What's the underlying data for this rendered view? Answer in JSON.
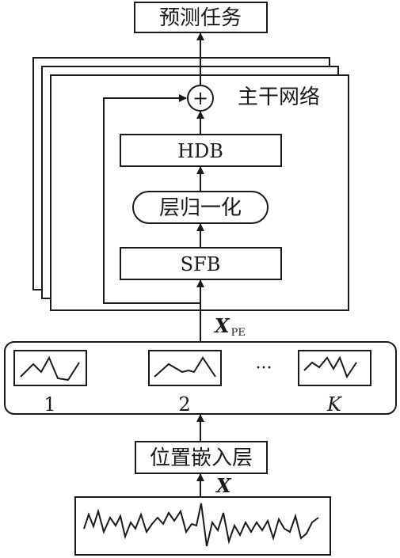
{
  "diagram": {
    "task_box": {
      "label": "预测任务"
    },
    "backbone": {
      "label": "主干网络",
      "sum_symbol": "+",
      "hdb": {
        "label": "HDB"
      },
      "layer_norm": {
        "label": "层归一化"
      },
      "sfb": {
        "label": "SFB"
      }
    },
    "x_pe": {
      "main": "X",
      "sub": "PE"
    },
    "patches": {
      "items": [
        {
          "label": "1"
        },
        {
          "label": "2"
        },
        {
          "label": "K"
        }
      ],
      "ellipsis": "···"
    },
    "position_embedding": {
      "label": "位置嵌入层"
    },
    "input_x": {
      "label": "X"
    }
  }
}
